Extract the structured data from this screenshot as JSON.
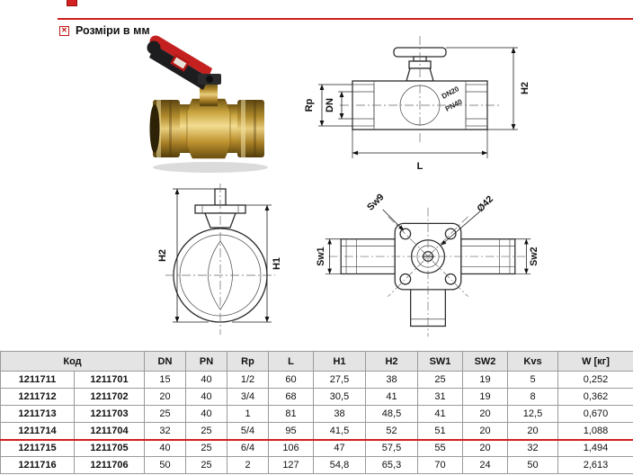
{
  "page": {
    "section_title": "Розміри в мм"
  },
  "icons": {
    "title_bullet": "red-square-bullet",
    "top_marker": "red-page-marker"
  },
  "colors": {
    "accent_red": "#cf1f1f",
    "table_border": "#9a9a9a",
    "table_header_bg": "#e4e4e4",
    "brass": "#c9a33d",
    "handle_black": "#1d1d1f",
    "handle_red": "#c42020"
  },
  "drawings": {
    "side_view": {
      "rp_label": "Rp",
      "dn_label": "DN",
      "length_label": "L",
      "height_label": "H2",
      "marking_line1": "DN20",
      "marking_line2": "PN40"
    },
    "front_view": {
      "h2_label": "H2",
      "h1_label": "H1"
    },
    "top_view": {
      "sw1_label": "Sw1",
      "sw2_label": "Sw2",
      "sw9_label": "Sw9",
      "diameter_label": "Ø42"
    }
  },
  "table": {
    "headers": [
      "Код",
      "DN",
      "PN",
      "Rp",
      "L",
      "H1",
      "H2",
      "SW1",
      "SW2",
      "Kvs",
      "W [кг]"
    ],
    "rows": [
      [
        "1211711",
        "1211701",
        "15",
        "40",
        "1/2",
        "60",
        "27,5",
        "38",
        "25",
        "19",
        "5",
        "0,252"
      ],
      [
        "1211712",
        "1211702",
        "20",
        "40",
        "3/4",
        "68",
        "30,5",
        "41",
        "31",
        "19",
        "8",
        "0,362"
      ],
      [
        "1211713",
        "1211703",
        "25",
        "40",
        "1",
        "81",
        "38",
        "48,5",
        "41",
        "20",
        "12,5",
        "0,670"
      ],
      [
        "1211714",
        "1211704",
        "32",
        "25",
        "5/4",
        "95",
        "41,5",
        "52",
        "51",
        "20",
        "20",
        "1,088"
      ],
      [
        "1211715",
        "1211705",
        "40",
        "25",
        "6/4",
        "106",
        "47",
        "57,5",
        "55",
        "20",
        "32",
        "1,494"
      ],
      [
        "1211716",
        "1211706",
        "50",
        "25",
        "2",
        "127",
        "54,8",
        "65,3",
        "70",
        "24",
        "50",
        "2,613"
      ]
    ],
    "highlight_row_index": 3
  }
}
